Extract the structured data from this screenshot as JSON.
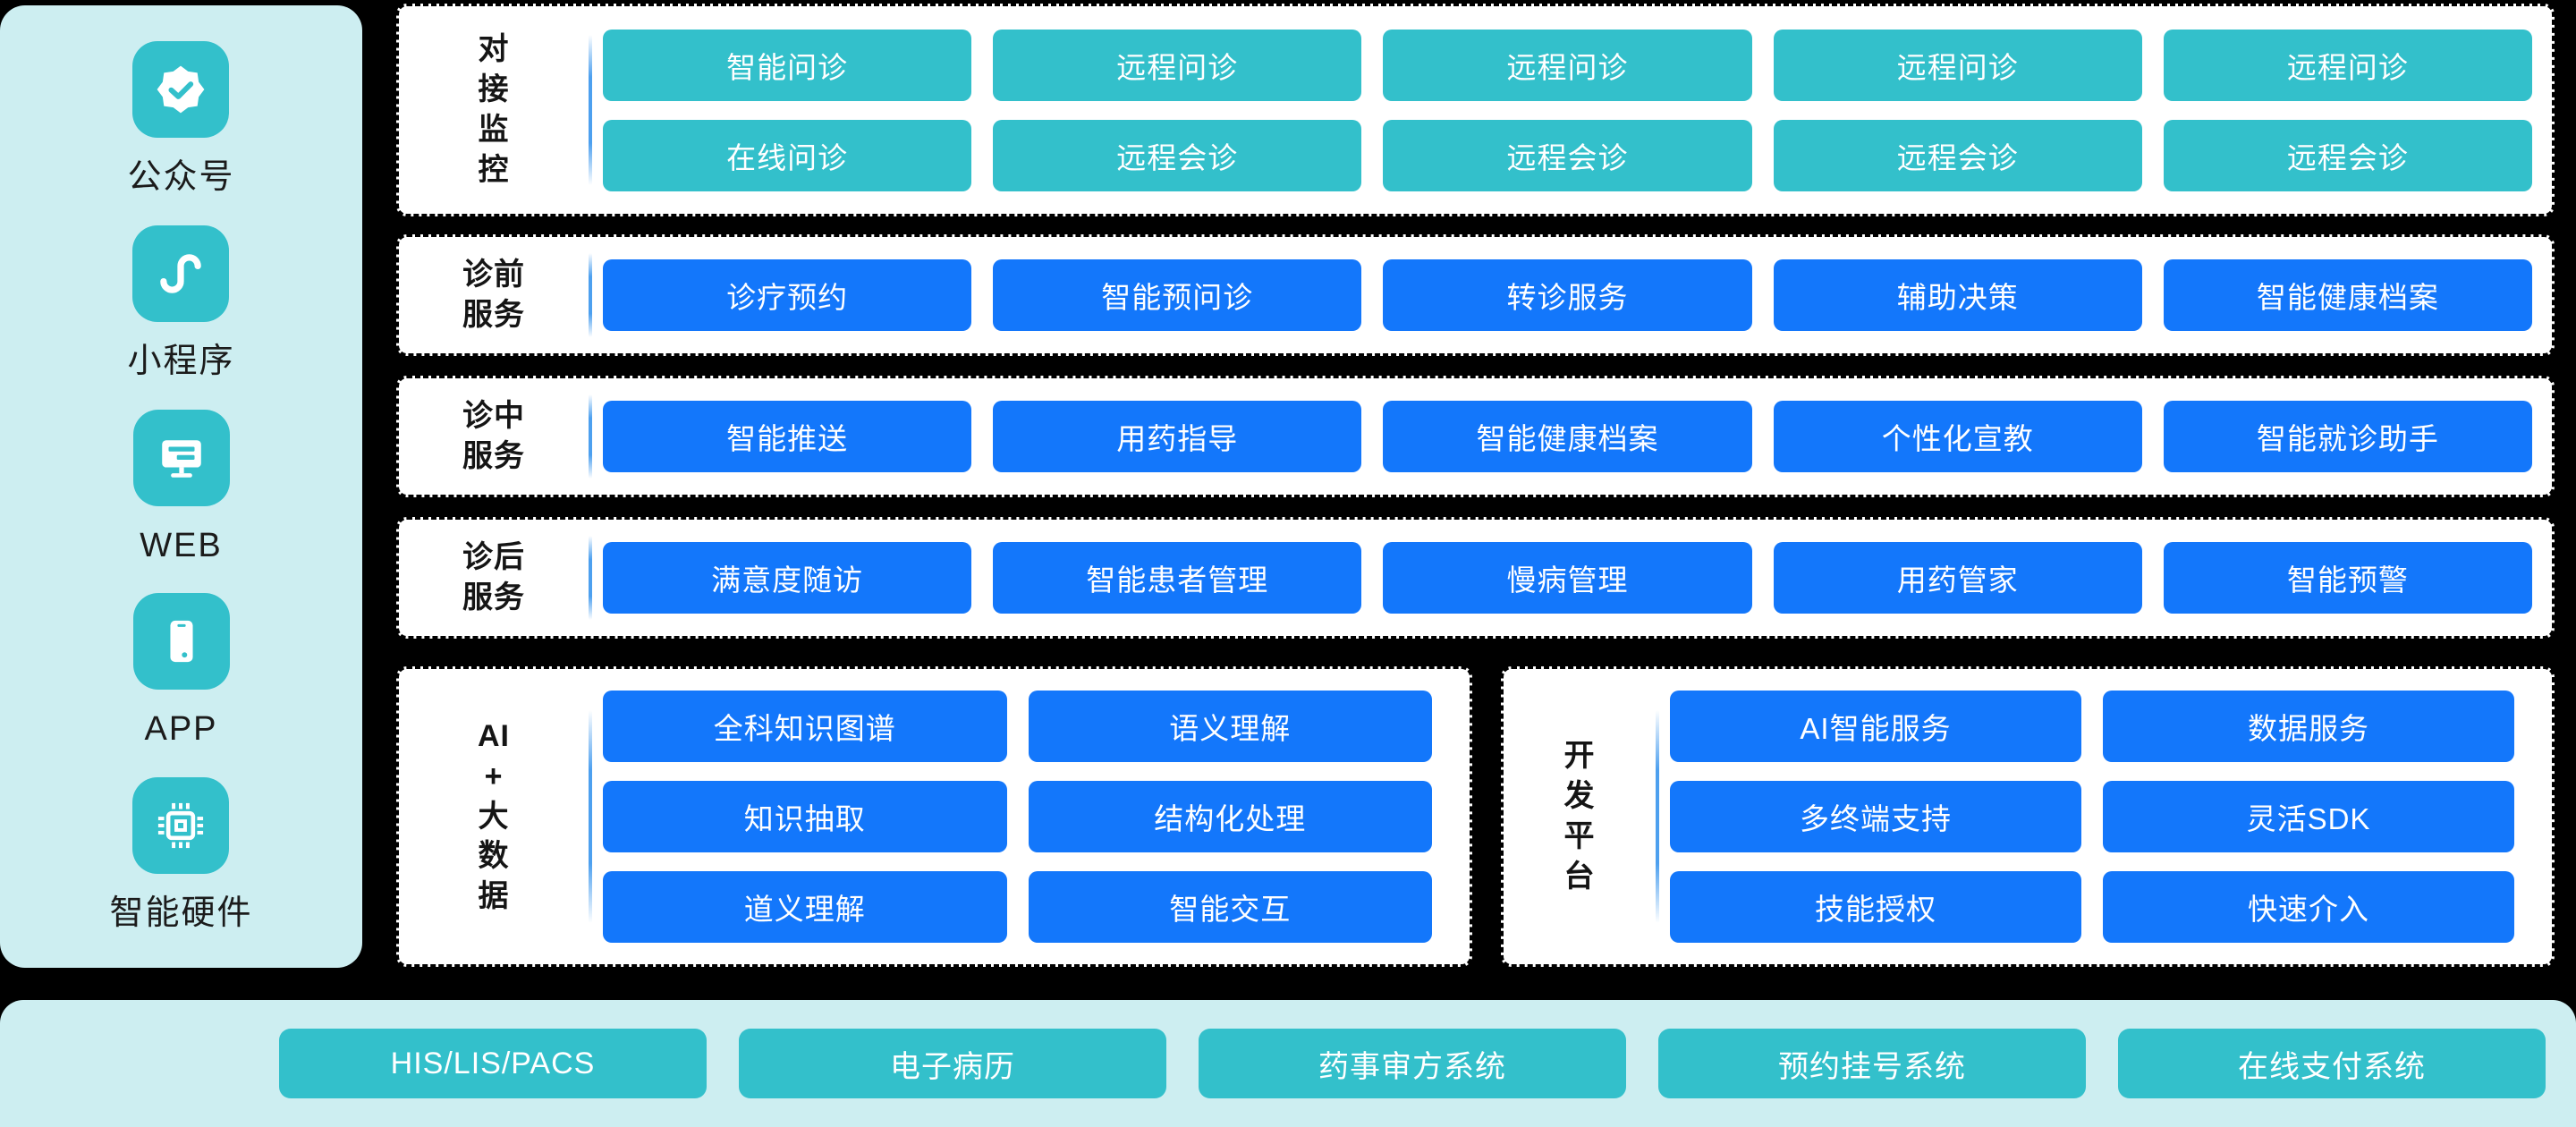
{
  "colors": {
    "background": "#000000",
    "light_panel": "#cdeef1",
    "teal": "#33c0cb",
    "blue": "#1377fb",
    "panel_bg": "#ffffff",
    "label_text": "#151515",
    "button_text": "#ffffff"
  },
  "sidebar": {
    "items": [
      {
        "icon": "badge-check-icon",
        "label": "公众号"
      },
      {
        "icon": "miniprogram-icon",
        "label": "小程序"
      },
      {
        "icon": "monitor-icon",
        "label": "WEB"
      },
      {
        "icon": "phone-icon",
        "label": "APP"
      },
      {
        "icon": "chip-icon",
        "label": "智能硬件"
      }
    ]
  },
  "panels": [
    {
      "id": "monitor",
      "label": "对\n接\n监\n控",
      "style": "teal",
      "rows": [
        [
          "智能问诊",
          "远程问诊",
          "远程问诊",
          "远程问诊",
          "远程问诊"
        ],
        [
          "在线问诊",
          "远程会诊",
          "远程会诊",
          "远程会诊",
          "远程会诊"
        ]
      ]
    },
    {
      "id": "pre",
      "label": "诊前\n服务",
      "style": "blue",
      "rows": [
        [
          "诊疗预约",
          "智能预问诊",
          "转诊服务",
          "辅助决策",
          "智能健康档案"
        ]
      ]
    },
    {
      "id": "mid",
      "label": "诊中\n服务",
      "style": "blue",
      "rows": [
        [
          "智能推送",
          "用药指导",
          "智能健康档案",
          "个性化宣教",
          "智能就诊助手"
        ]
      ]
    },
    {
      "id": "post",
      "label": "诊后\n服务",
      "style": "blue",
      "rows": [
        [
          "满意度随访",
          "智能患者管理",
          "慢病管理",
          "用药管家",
          "智能预警"
        ]
      ]
    },
    {
      "id": "ai",
      "label": "AI\n+\n大\n数\n据",
      "style": "blue",
      "rows": [
        [
          "全科知识图谱",
          "语义理解"
        ],
        [
          "知识抽取",
          "结构化处理"
        ],
        [
          "道义理解",
          "智能交互"
        ]
      ]
    },
    {
      "id": "dev",
      "label": "开\n发\n平\n台",
      "style": "blue",
      "rows": [
        [
          "AI智能服务",
          "数据服务"
        ],
        [
          "多终端支持",
          "灵活SDK"
        ],
        [
          "技能授权",
          "快速介入"
        ]
      ]
    }
  ],
  "bottom_bar": {
    "buttons": [
      "HIS/LIS/PACS",
      "电子病历",
      "药事审方系统",
      "预约挂号系统",
      "在线支付系统"
    ]
  }
}
